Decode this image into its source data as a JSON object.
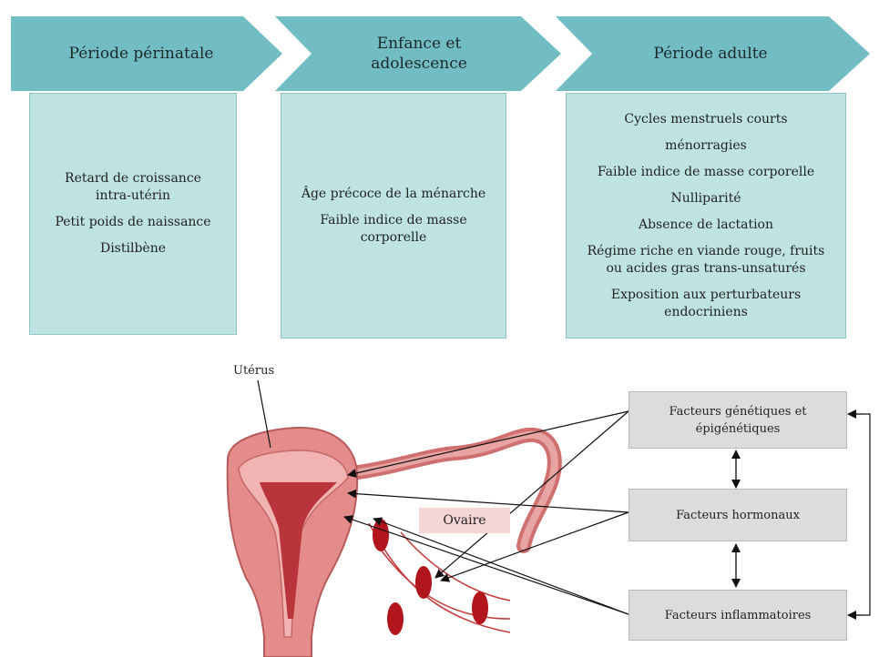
{
  "colors": {
    "chevron": "#72bcc3",
    "panel": "#bfe3e3",
    "factor_box": "#dcdcdc",
    "uterus": "#e48c8c",
    "follicle": "#b3151c"
  },
  "periods": [
    {
      "title": "Période périnatale",
      "items": [
        "Retard de croissance intra-utérin",
        "Petit poids de naissance",
        "Distilbène"
      ]
    },
    {
      "title": "Enfance et adolescence",
      "items": [
        "Âge précoce de la ménarche",
        "Faible indice de masse corporelle"
      ]
    },
    {
      "title": "Période adulte",
      "items": [
        "Cycles menstruels courts",
        "ménorragies",
        "Faible indice de masse corporelle",
        "Nulliparité",
        "Absence de lactation",
        "Régime riche en viande rouge, fruits ou acides gras trans-unsaturés",
        "Exposition aux perturbateurs endocriniens"
      ]
    }
  ],
  "anatomy": {
    "uterus_label": "Utérus",
    "ovary_label": "Ovaire"
  },
  "factors": [
    "Facteurs génétiques et épigénétiques",
    "Facteurs hormonaux",
    "Facteurs inflammatoires"
  ]
}
